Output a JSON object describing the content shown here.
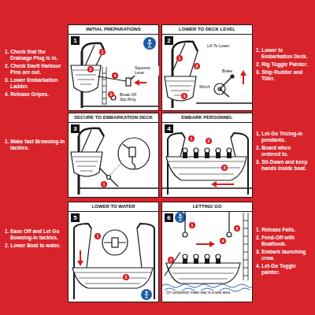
{
  "diagram": {
    "nodes": [
      {
        "text": [
          "INITIAL PREPARATIONS"
        ]
      },
      {
        "text": [
          "1"
        ],
        "in": 0
      },
      {
        "text": [
          "LOWER TO DECK LEVEL"
        ]
      },
      {
        "text": [
          "2"
        ],
        "in": 2
      },
      {
        "text": [
          "SECURE TO EMBARKATION DECK"
        ]
      },
      {
        "text": [
          "3"
        ],
        "in": 4
      },
      {
        "text": [
          "EMBARK PERSONNEL"
        ]
      },
      {
        "text": [
          "4"
        ],
        "in": 6
      },
      {
        "text": [
          "LOWER TO WATER"
        ]
      },
      {
        "text": [
          "5"
        ],
        "in": 8
      },
      {
        "text": [
          "LETTING GO"
        ]
      },
      {
        "text": [
          "6"
        ],
        "in": 10
      }
    ],
    "labels": [
      "1. Check that the Drainage Plug is in.",
      "2. Check Davit Harbour Pins are out.",
      "3. Lower Embarkation Ladder.",
      "4. Release Gripes.",
      "Squeeze Lever",
      "Break Off Slip Ring",
      "1",
      "2",
      "3",
      "4",
      "1. Lower to Embarkation Deck.",
      "2. Rig Toggle Painter.",
      "3. Ship Rudder and Tiller.",
      "Lift To Lower",
      "Brake",
      "Winch",
      "1",
      "2",
      "3",
      "1. Make fast Browsing-in tackles.",
      "1",
      "1. Let-Go Tricing-in pendants.",
      "2. Board when ordered to.",
      "3. Sit-Down and keep hands inside boat.",
      "1",
      "2",
      "3",
      "1. Ease Off and Let Go Bowsing-in tackles.",
      "2. Lower Boat to water.",
      "1",
      "2",
      "1. Release Falls.",
      "2. Fend-Off with Boathook.",
      "3. Embark launching crew.",
      "4. Let-Go Toggle painter.",
      "1",
      "2",
      "3",
      "4",
      "On completion make way to a safe area."
    ]
  }
}
